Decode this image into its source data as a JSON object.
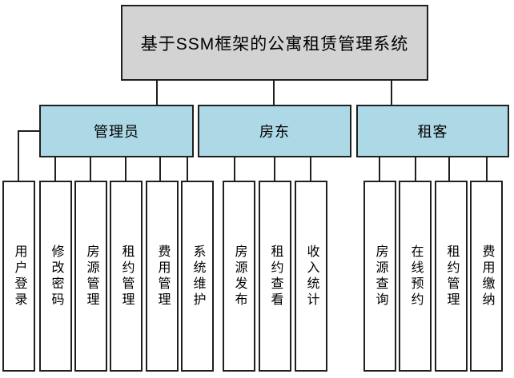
{
  "diagram": {
    "title": "基于SSM框架的公寓租赁管理系统",
    "groups": [
      {
        "label": "管理员",
        "children": [
          "用户登录",
          "修改密码",
          "房源管理",
          "租约管理",
          "费用管理",
          "系统维护"
        ]
      },
      {
        "label": "房东",
        "children": [
          "房源发布",
          "租约查看",
          "收入统计"
        ]
      },
      {
        "label": "租客",
        "children": [
          "房源查询",
          "在线预约",
          "租约管理",
          "费用缴纳"
        ]
      }
    ],
    "colors": {
      "root_fill": "#d3d3d3",
      "group_fill": "#add8e6",
      "leaf_fill": "#ffffff",
      "border": "#1f1f1f",
      "connector": "#1f1f1f"
    }
  }
}
